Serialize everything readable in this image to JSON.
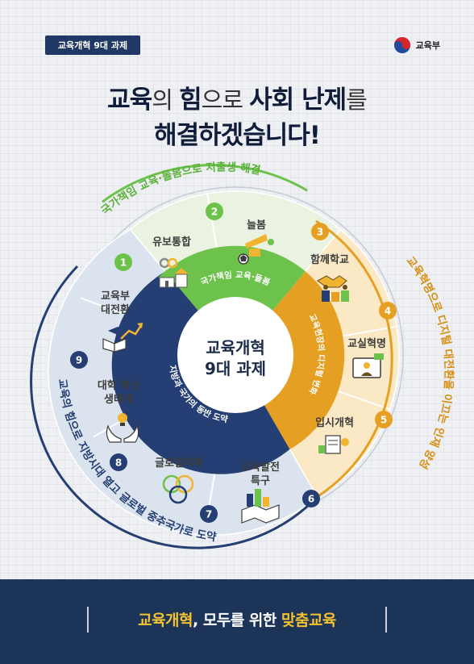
{
  "header": {
    "tag_label": "교육개혁 9대 과제",
    "ministry_name": "교육부",
    "ministry_icon": "taegeuk-emblem-icon"
  },
  "title": {
    "line1": {
      "w1": "교육",
      "w2": "의 ",
      "w3": "힘",
      "w4": "으로 ",
      "w5": "사회 난제",
      "w6": "를"
    },
    "line2": "해결하겠습니다!"
  },
  "diagram": {
    "center_line1": "교육개혁",
    "center_line2": "9대 과제",
    "ring_labels": {
      "green": "국가책임 교육·돌봄",
      "orange": "교육현장의 디지털 변화",
      "blue": "지방과 국가의 동반 도약"
    },
    "outer_arcs": {
      "green": "국가책임 교육·돌봄으로 저출생 해결",
      "orange": "교육혁명으로 디지털 대전환을 이끄는 인재 양성",
      "blue": "교육의 힘으로 지방시대 열고 글로벌 중추국가로 도약"
    },
    "items": [
      {
        "num": "1",
        "label": "유보통합",
        "icon": "kindergarten-icon"
      },
      {
        "num": "2",
        "label": "늘봄",
        "icon": "after-school-icon"
      },
      {
        "num": "3",
        "label": "함께학교",
        "icon": "handshake-icon"
      },
      {
        "num": "4",
        "label": "교실혁명",
        "icon": "digital-classroom-icon"
      },
      {
        "num": "5",
        "label": "입시개혁",
        "icon": "exam-reform-icon"
      },
      {
        "num": "6",
        "label1": "교육발전",
        "label2": "특구",
        "icon": "city-map-icon"
      },
      {
        "num": "7",
        "label": "글로컬대학",
        "icon": "venn-globe-icon"
      },
      {
        "num": "8",
        "label1": "대학 혁신",
        "label2": "생태계",
        "icon": "idea-hands-icon"
      },
      {
        "num": "9",
        "label1": "교육부",
        "label2": "대전환",
        "icon": "graduation-growth-icon"
      }
    ],
    "colors": {
      "green": "#6cc24a",
      "green_light": "#eaf3e1",
      "orange": "#e5a023",
      "orange_light": "#fbe8c4",
      "blue": "#253f74",
      "blue_light": "#dbe4ee"
    }
  },
  "footer": {
    "w1": "교육개혁",
    "w2": ", 모두를 위한 ",
    "w3": "맞춤교육"
  }
}
